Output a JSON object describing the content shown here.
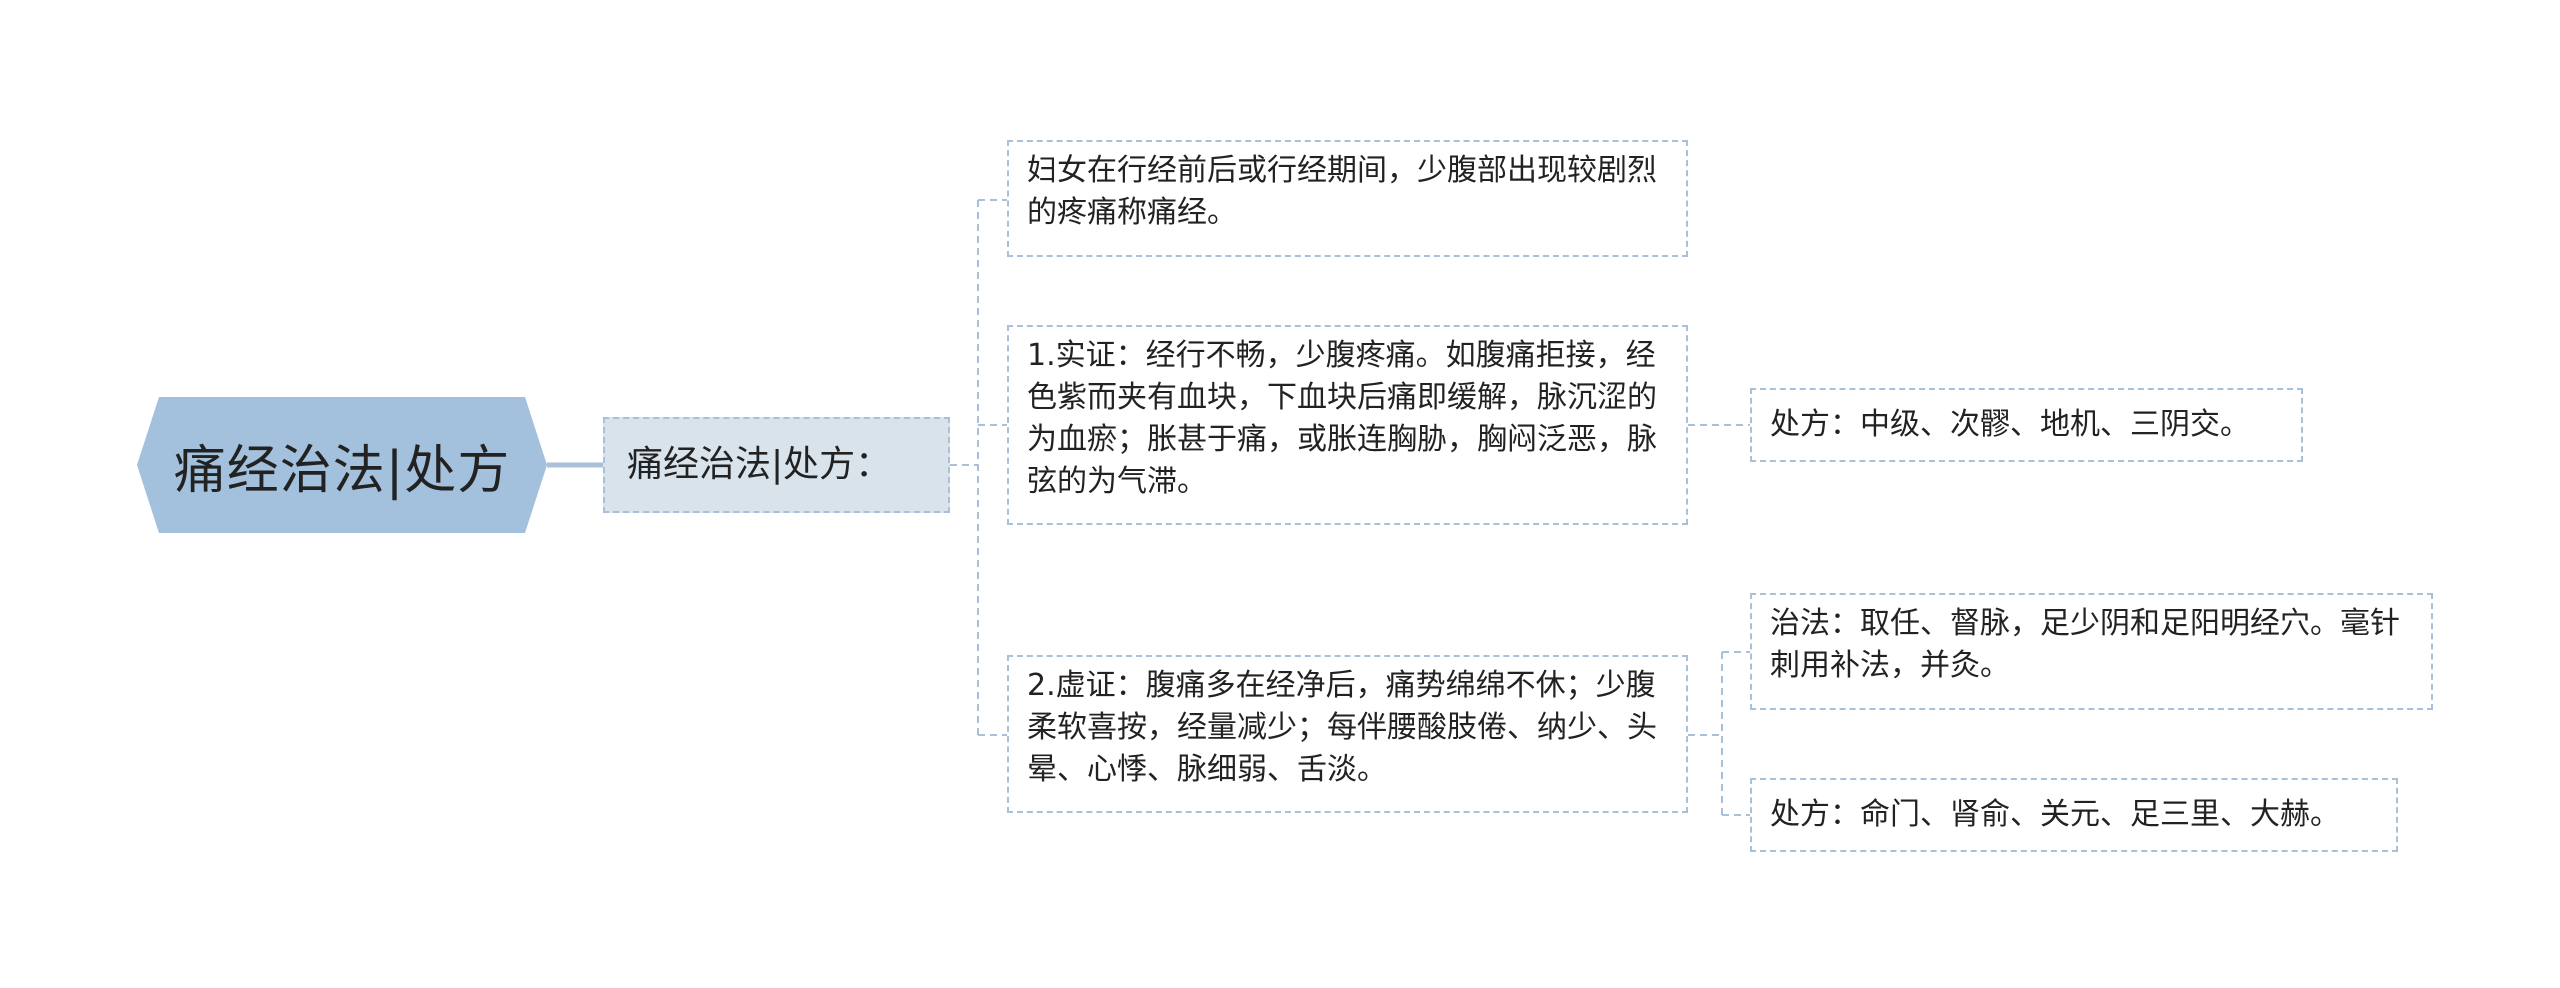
{
  "root": {
    "label": "痛经治法|处方",
    "color": "#a3c0dc"
  },
  "main": {
    "label": "痛经治法|处方："
  },
  "definition": {
    "text": "妇女在行经前后或行经期间，少腹部出现较剧烈的疼痛称痛经。"
  },
  "shizheng": {
    "text": "1.实证：经行不畅，少腹疼痛。如腹痛拒接，经色紫而夹有血块，下血块后痛即缓解，脉沉涩的为血瘀；胀甚于痛，或胀连胸胁，胸闷泛恶，脉弦的为气滞。",
    "prescription": "处方：中级、次髎、地机、三阴交。"
  },
  "xuzheng": {
    "text": "2.虚证：腹痛多在经净后，痛势绵绵不休；少腹柔软喜按，经量减少；每伴腰酸肢倦、纳少、头晕、心悸、脉细弱、舌淡。",
    "method": "治法：取任、督脉，足少阴和足阳明经穴。毫针刺用补法，并灸。",
    "prescription": "处方：命门、肾俞、关元、足三里、大赫。"
  },
  "colors": {
    "line": "#a9c0d8",
    "main_fill": "#d8e3ec",
    "text": "#222222"
  }
}
